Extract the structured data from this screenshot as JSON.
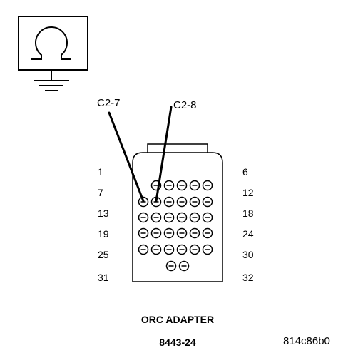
{
  "ohmmeter": {
    "icon": "ohm-symbol-icon",
    "ground": "ground-icon"
  },
  "probes": [
    {
      "label": "C2-7"
    },
    {
      "label": "C2-8"
    }
  ],
  "connector": {
    "row_labels_left": [
      "1",
      "7",
      "13",
      "19",
      "25",
      "31"
    ],
    "row_labels_right": [
      "6",
      "12",
      "18",
      "24",
      "30",
      "32"
    ],
    "row_pin_counts": [
      5,
      6,
      6,
      6,
      6,
      2
    ]
  },
  "adapter_name": "ORC ADAPTER",
  "part_number": "8443-24",
  "figure_code": "814c86b0"
}
